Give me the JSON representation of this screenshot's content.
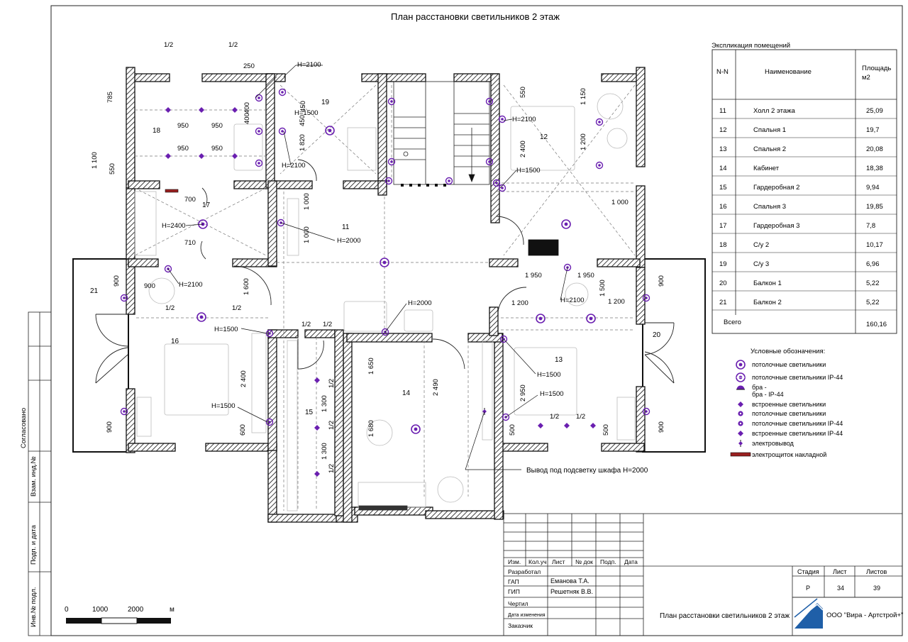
{
  "drawing": {
    "title": "План расстановки светильников 2 этаж",
    "rooms": [
      {
        "n": "11"
      },
      {
        "n": "12"
      },
      {
        "n": "13"
      },
      {
        "n": "14"
      },
      {
        "n": "15"
      },
      {
        "n": "16"
      },
      {
        "n": "17"
      },
      {
        "n": "18"
      },
      {
        "n": "19"
      },
      {
        "n": "20"
      },
      {
        "n": "21"
      }
    ],
    "heights": [
      "H=2100",
      "H=2100",
      "H=2100",
      "H=2400",
      "H=2000",
      "H=1500",
      "H=1500",
      "H=2100",
      "H=1500",
      "H=2100",
      "H=2000",
      "H=1500",
      "H=1500",
      "H=1500"
    ],
    "dims": [
      "1/2",
      "1/2",
      "250",
      "785",
      "950",
      "950",
      "1 100",
      "550",
      "950",
      "950",
      "400",
      "400",
      "450",
      "450",
      "1 820",
      "550",
      "1 150",
      "2 400",
      "1 200",
      "700",
      "710",
      "1 000",
      "1 000",
      "1 000",
      "900",
      "1/2",
      "1/2",
      "1 600",
      "900",
      "1 950",
      "1 950",
      "1 500",
      "1 200",
      "1 200",
      "900",
      "1/2",
      "1/2",
      "1 650",
      "2 490",
      "1/2",
      "1/2",
      "2 400",
      "1 300",
      "1 300",
      "1 680",
      "2 950",
      "1/2",
      "1/2",
      "500",
      "500",
      "900",
      "900",
      "600",
      "1/2"
    ],
    "callout": "Вывод под подсветку шкафа H=2000",
    "scale": {
      "labels": [
        "0",
        "1000",
        "2000",
        "м"
      ]
    }
  },
  "explication": {
    "title": "Экспликация  помещений",
    "headers": {
      "n": "N-N",
      "name": "Наименование",
      "area": "Площадь м2"
    },
    "rows": [
      {
        "n": "11",
        "name": "Холл 2 этажа",
        "area": "25,09"
      },
      {
        "n": "12",
        "name": "Спальня 1",
        "area": "19,7"
      },
      {
        "n": "13",
        "name": "Спальня 2",
        "area": "20,08"
      },
      {
        "n": "14",
        "name": "Кабинет",
        "area": "18,38"
      },
      {
        "n": "15",
        "name": "Гардеробная 2",
        "area": "9,94"
      },
      {
        "n": "16",
        "name": "Спальня 3",
        "area": "19,85"
      },
      {
        "n": "17",
        "name": "Гардеробная 3",
        "area": "7,8"
      },
      {
        "n": "18",
        "name": "С/у 2",
        "area": "10,17"
      },
      {
        "n": "19",
        "name": "С/у 3",
        "area": "6,96"
      },
      {
        "n": "20",
        "name": "Балкон 1",
        "area": "5,22"
      },
      {
        "n": "21",
        "name": "Балкон 2",
        "area": "5,22"
      }
    ],
    "total": {
      "label": "Всего",
      "area": "160,16"
    }
  },
  "legend": {
    "title": "Условные обозначения:",
    "items": [
      {
        "text": "потолочные светильники",
        "symbol": "ceiling-icon"
      },
      {
        "text": "потолочные светильники IP-44",
        "symbol": "ceiling-ip44-icon"
      },
      {
        "text": "бра -",
        "symbol": "sconce-icon"
      },
      {
        "text": "бра -  IP-44",
        "symbol": "sconce-ip44-icon"
      },
      {
        "text": "встроенные светильники",
        "symbol": "recessed-icon"
      },
      {
        "text": "потолочные светильники",
        "symbol": "small-ceiling-icon"
      },
      {
        "text": "потолочные светильники IP-44",
        "symbol": "small-ceiling-ip44-icon"
      },
      {
        "text": "встроенные светильники IP-44",
        "symbol": "recessed-ip44-icon"
      },
      {
        "text": "электровывод",
        "symbol": "outlet-icon"
      },
      {
        "text": "электрощиток накладной",
        "symbol": "panel-icon"
      }
    ]
  },
  "titleblock": {
    "cols": [
      "Изм.",
      "Кол.уч",
      "Лист",
      "№ док",
      "Подп.",
      "Дата"
    ],
    "roles": [
      "Разработал",
      "ГАП",
      "ГИП",
      "Чертил",
      "Дата изменения",
      "Заказчик"
    ],
    "people": {
      "gap": "Еманова Т.А.",
      "gip": "Решетняк В.В."
    },
    "stage": {
      "label": "Стадия",
      "value": "Р"
    },
    "sheet": {
      "label": "Лист",
      "value": "34"
    },
    "sheets": {
      "label": "Листов",
      "value": "39"
    },
    "drawing_name": "План расстановки светильников 2 этаж",
    "company": "ООО \"Вира - Артстрой+\"",
    "side": [
      "Согласовано",
      "Взам. инд.№",
      "Подп. и дата",
      "Инв.№ подл."
    ]
  },
  "colors": {
    "fixture": "#6a1fb0",
    "wall": "#1a1a1a",
    "logo": "#1f5fa8",
    "panel": "#9a2020"
  }
}
